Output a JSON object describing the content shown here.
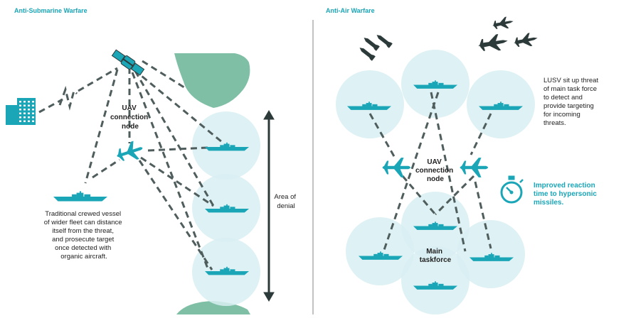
{
  "colors": {
    "accent": "#1aa6b7",
    "bubble": "#d8eef2",
    "dash": "#4f5d5d",
    "land": "#7fbfa6",
    "dark": "#2c3a3a"
  },
  "asw": {
    "header": "Anti-Submarine Warfare",
    "uav_label": [
      "UAV",
      "connection",
      "node"
    ],
    "area_label": [
      "Area of",
      "denial"
    ],
    "vessel_text": [
      "Traditional crewed vessel",
      "of wider fleet can distance",
      "itself from the threat,",
      "and prosecute target",
      "once detected with",
      "organic aircraft."
    ],
    "icons": {
      "satellite": "satellite-icon",
      "building": "building-icon",
      "aircraft": "aircraft-icon",
      "ship": "ship-icon"
    }
  },
  "aaw": {
    "header": "Anti-Air Warfare",
    "uav_label": [
      "UAV",
      "connection",
      "node"
    ],
    "main_label": [
      "Main",
      "taskforce"
    ],
    "lusv_text": [
      "LUSV sit up threat",
      "of main task force",
      "to detect and",
      "provide targeting",
      "for incoming",
      "threats."
    ],
    "reaction_text": [
      "Improved reaction",
      "time to hypersonic",
      "missiles."
    ],
    "icons": {
      "missile": "missile-icon",
      "jet": "fighter-jet-icon",
      "stopwatch": "stopwatch-icon"
    }
  }
}
